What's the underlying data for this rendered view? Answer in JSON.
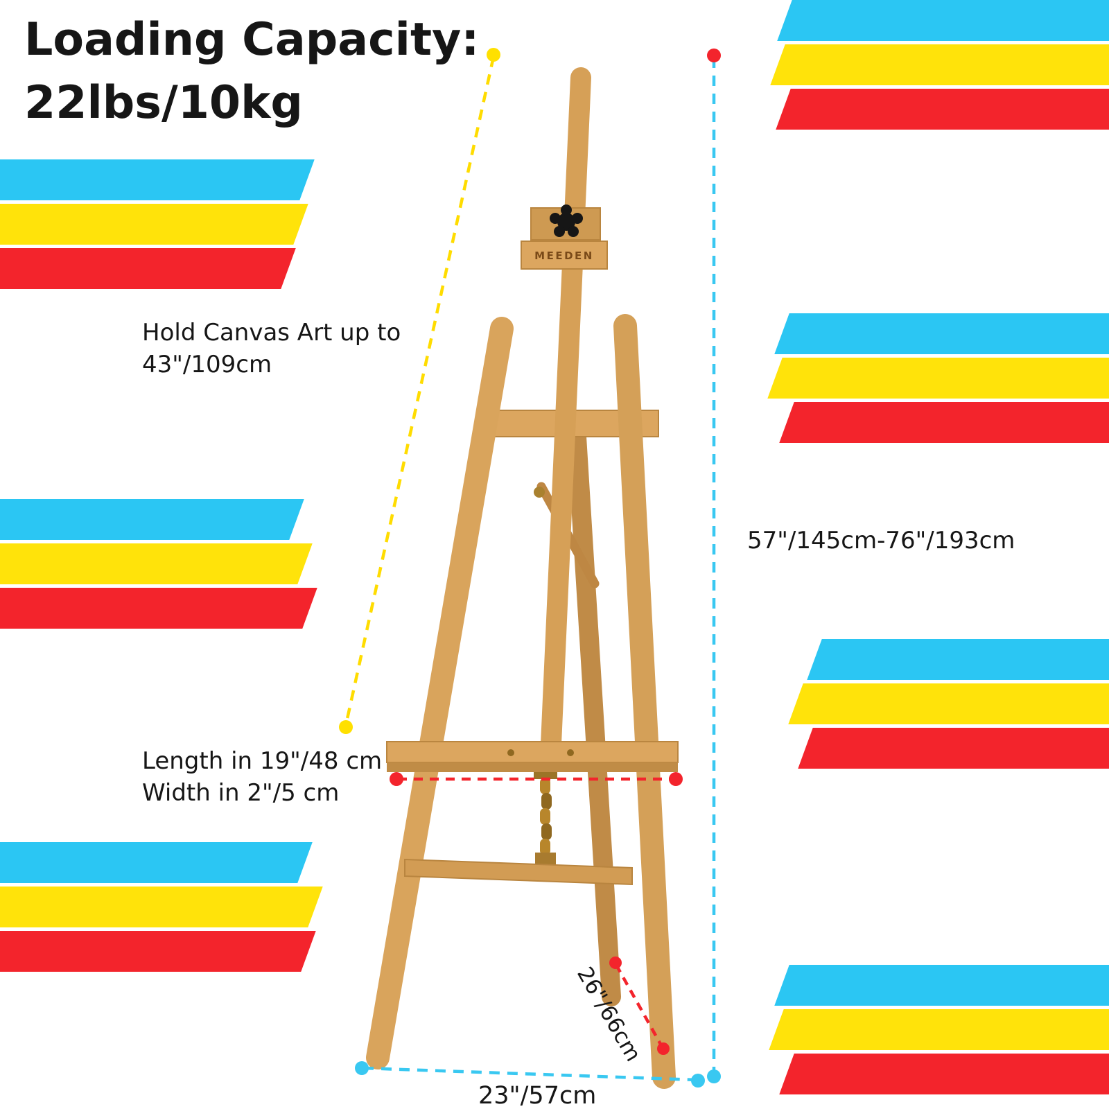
{
  "title": {
    "line1": "Loading Capacity:",
    "line2": "22lbs/10kg"
  },
  "easel": {
    "brand": "MEEDEN"
  },
  "annotations": {
    "canvas_capacity": {
      "line1": "Hold Canvas Art up to",
      "line2": "43\"/109cm"
    },
    "height_range": "57\"/145cm-76\"/193cm",
    "tray_size": {
      "line1": "Length in 19\"/48 cm",
      "line2": "Width in 2\"/5 cm"
    },
    "depth": "26\"/66cm",
    "base_width": "23\"/57cm"
  },
  "colors": {
    "accent_cyan": "#2BC6F3",
    "accent_yellow": "#FFE30A",
    "accent_red": "#F3242C",
    "wood": "#D9A45C"
  }
}
